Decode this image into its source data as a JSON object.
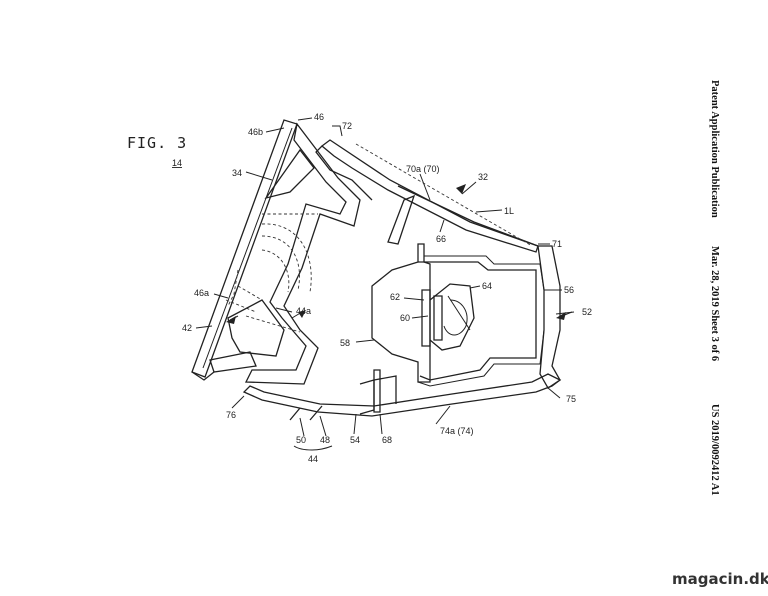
{
  "figure": {
    "title": "FIG. 3",
    "ref": "14"
  },
  "sidebar": {
    "publication": "Patent Application Publication",
    "date_sheet": "Mar. 28, 2019  Sheet 3 of 6",
    "number": "US 2019/0092412 A1"
  },
  "watermark": "magacin.dk",
  "labels": {
    "l46": "46",
    "l46b": "46b",
    "l72": "72",
    "l34": "34",
    "l70a": "70a (70)",
    "l32": "32",
    "l1L": "1L",
    "l66": "66",
    "l71": "71",
    "l64": "64",
    "l62": "62",
    "l56": "56",
    "l60": "60",
    "l52": "52",
    "l46a": "46a",
    "l44a": "44a",
    "l42": "42",
    "l58": "58",
    "l76": "76",
    "l75": "75",
    "l50": "50",
    "l48": "48",
    "l54": "54",
    "l68": "68",
    "l74a": "74a (74)",
    "l44": "44"
  }
}
